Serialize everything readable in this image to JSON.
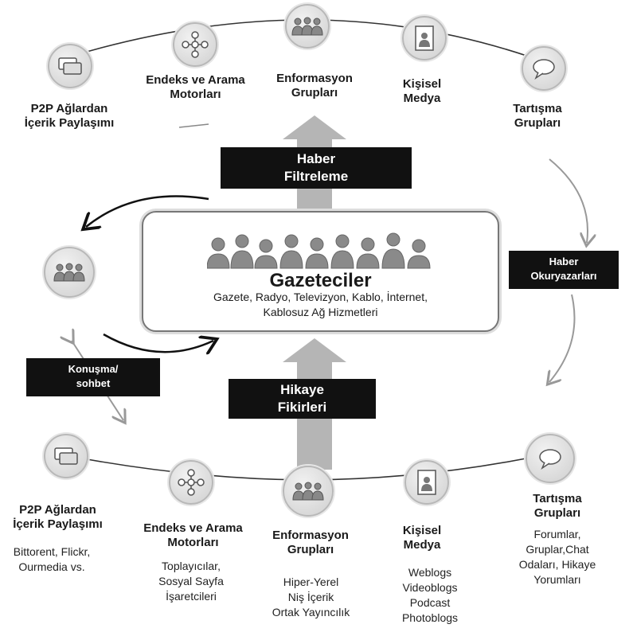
{
  "center": {
    "title": "Gazeteciler",
    "subtitle_line1": "Gazete, Radyo, Televizyon, Kablo, İnternet,",
    "subtitle_line2": "Kablosuz Ağ Hizmetleri"
  },
  "banners": {
    "top": [
      "Haber",
      "Filtreleme"
    ],
    "bottom": [
      "Hikaye",
      "Fikirleri"
    ],
    "right": [
      "Haber",
      "Okuryazarları"
    ],
    "left": [
      "Konuşma/",
      "sohbet"
    ]
  },
  "top_nodes": [
    {
      "line1": "P2P Ağlardan",
      "line2": "İçerik Paylaşımı",
      "icon": "p2p-icon"
    },
    {
      "line1": "Endeks ve Arama",
      "line2": "Motorları",
      "icon": "network-icon"
    },
    {
      "line1": "Enformasyon",
      "line2": "Grupları",
      "icon": "people-icon"
    },
    {
      "line1": "Kişisel",
      "line2": "Medya",
      "icon": "person-doc-icon"
    },
    {
      "line1": "Tartışma",
      "line2": "Grupları",
      "icon": "chat-icon"
    }
  ],
  "bottom_nodes": [
    {
      "line1": "P2P Ağlardan",
      "line2": "İçerik Paylaşımı",
      "details": [
        "Bittorent, Flickr,",
        "Ourmedia vs."
      ],
      "icon": "p2p-icon"
    },
    {
      "line1": "Endeks ve Arama",
      "line2": "Motorları",
      "details": [
        "Toplayıcılar,",
        "Sosyal Sayfa",
        "İşaretcileri"
      ],
      "icon": "network-icon"
    },
    {
      "line1": "Enformasyon",
      "line2": "Grupları",
      "details": [
        "Hiper-Yerel",
        "Niş İçerik",
        "Ortak Yayıncılık"
      ],
      "icon": "people-icon"
    },
    {
      "line1": "Kişisel",
      "line2": "Medya",
      "details": [
        "Weblogs",
        "Videoblogs",
        "Podcast",
        "Photoblogs"
      ],
      "icon": "person-doc-icon"
    },
    {
      "line1": "Tartışma",
      "line2": "Grupları",
      "details": [
        "Forumlar,",
        "Gruplar,Chat",
        "Odaları, Hikaye",
        "Yorumları"
      ],
      "icon": "chat-icon"
    }
  ],
  "left_node": {
    "icon": "people-icon"
  }
}
